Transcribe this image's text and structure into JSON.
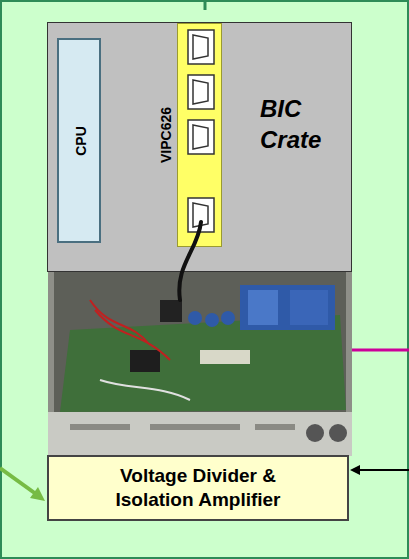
{
  "diagram": {
    "nodes": [
      {
        "text": [
          "BIC Crate"
        ]
      },
      {
        "text": [
          "CPU"
        ],
        "in": 0
      },
      {
        "text": [
          "VIPC626"
        ],
        "in": 0
      },
      {
        "text": [
          "Voltage Divider & Isolation Amplifier"
        ]
      }
    ]
  }
}
